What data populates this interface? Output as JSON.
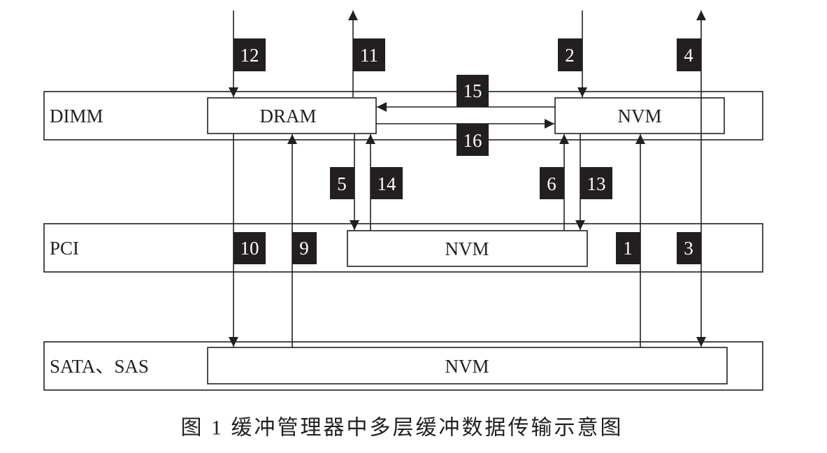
{
  "layers": {
    "dimm": "DIMM",
    "pci": "PCI",
    "sata_sas": "SATA、SAS"
  },
  "boxes": {
    "dimm_dram": "DRAM",
    "dimm_nvm": "NVM",
    "pci_nvm": "NVM",
    "sata_nvm": "NVM"
  },
  "arrows": [
    "1",
    "2",
    "3",
    "4",
    "5",
    "6",
    "9",
    "10",
    "11",
    "12",
    "13",
    "14",
    "15",
    "16"
  ],
  "caption": "图 1   缓冲管理器中多层缓冲数据传输示意图"
}
